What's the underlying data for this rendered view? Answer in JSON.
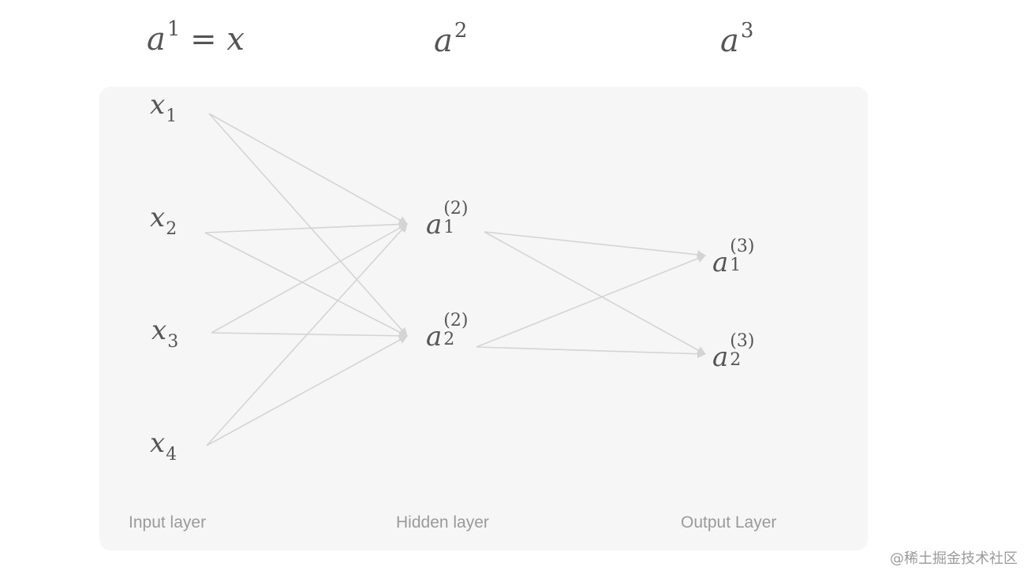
{
  "headers": {
    "input": {
      "base": "a",
      "sup": "1",
      "rest": " = x"
    },
    "hidden": {
      "base": "a",
      "sup": "2"
    },
    "output": {
      "base": "a",
      "sup": "3"
    }
  },
  "input_nodes": [
    {
      "base": "x",
      "sub": "1"
    },
    {
      "base": "x",
      "sub": "2"
    },
    {
      "base": "x",
      "sub": "3"
    },
    {
      "base": "x",
      "sub": "4"
    }
  ],
  "hidden_nodes": [
    {
      "base": "a",
      "sup": "(2)",
      "sub": "1"
    },
    {
      "base": "a",
      "sup": "(2)",
      "sub": "2"
    }
  ],
  "output_nodes": [
    {
      "base": "a",
      "sup": "(3)",
      "sub": "1"
    },
    {
      "base": "a",
      "sup": "(3)",
      "sub": "2"
    }
  ],
  "layer_labels": {
    "input": "Input layer",
    "hidden": "Hidden layer",
    "output": "Output Layer"
  },
  "watermark": "@稀土掘金技术社区",
  "colors": {
    "panel": "#f6f6f6",
    "edge": "#d4d4d4",
    "text": "#555555",
    "label": "#9a9a9a"
  }
}
